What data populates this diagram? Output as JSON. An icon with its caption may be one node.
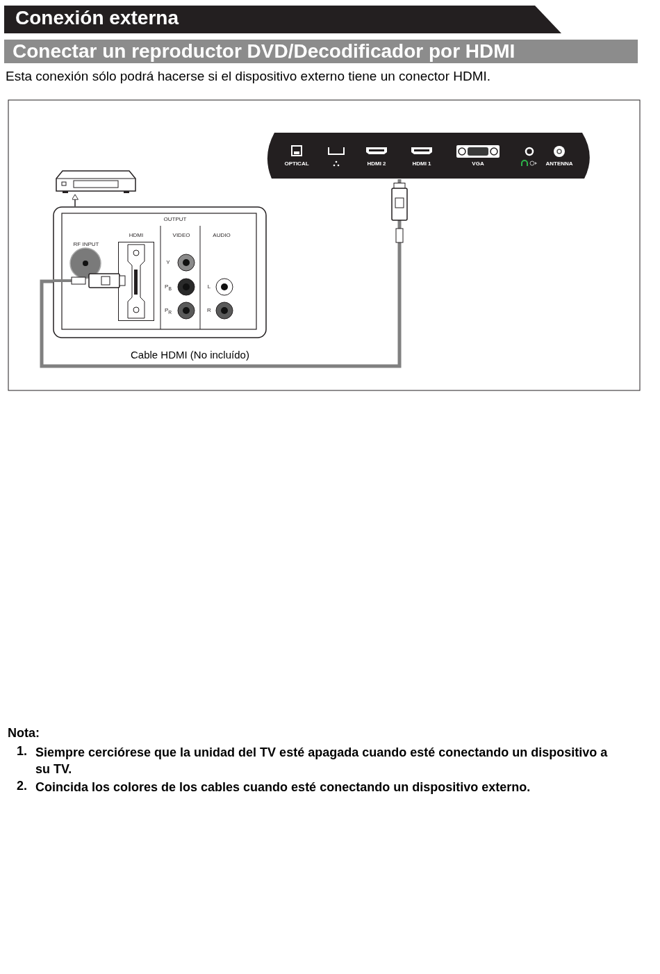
{
  "diagram": {
    "title": "Conexión externa",
    "nodes": [
      {
        "text": [
          "OPTICAL",
          "HDMI 2",
          "HDMI 1",
          "VGA",
          "ANTENNA"
        ]
      },
      {
        "text": [],
        "shape": "box"
      },
      {
        "text": [
          "OUTPUT",
          "RF INPUT",
          "HDMI",
          "VIDEO",
          "AUDIO",
          "Y",
          "P$_{B}$",
          "P$_{R}$",
          "L",
          "R"
        ]
      }
    ],
    "edges": [
      {
        "from": 2,
        "to": 1,
        "arrow": "to"
      },
      {
        "from": 2,
        "to": 0,
        "arrow": "none",
        "label": "Cable HDMI (No incluído)",
        "style": "thick",
        "color": "#808080"
      }
    ],
    "labels": [
      "Conectar un reproductor DVD/Decodificador por HDMI",
      "Esta conexión sólo podrá hacerse si el dispositivo externo tiene un conector HDMI.",
      "Nota:",
      "1.",
      "Siempre cerciórese que la unidad del TV esté apagada cuando esté conectando un dispositivo a su TV.",
      "2.",
      "Coincida los colores de los cables cuando esté conectando un dispositivo externo."
    ]
  }
}
